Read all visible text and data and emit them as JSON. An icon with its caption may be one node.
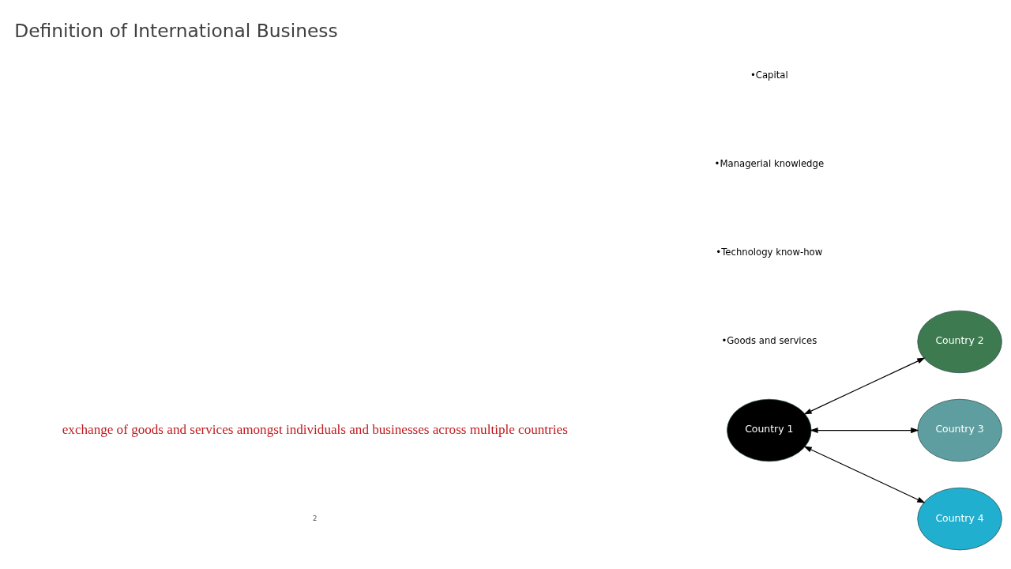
{
  "diagram": {
    "title": "Definition of International Business",
    "nodes": [
      {
        "text": [
          "Country 1"
        ]
      },
      {
        "text": [
          "Country 2"
        ]
      },
      {
        "text": [
          "Country 3"
        ]
      },
      {
        "text": [
          "Country 4"
        ]
      }
    ],
    "edges": [
      {
        "from": 0,
        "to": 1,
        "arrow": "both"
      },
      {
        "from": 0,
        "to": 2,
        "arrow": "both"
      },
      {
        "from": 0,
        "to": 3,
        "arrow": "both"
      }
    ],
    "labels": [
      "exchange of goods and services amongst individuals and businesses across multiple countries",
      "•Goods and services",
      "•Technology know-how",
      "•Managerial knowledge",
      "•Capital",
      "2"
    ]
  }
}
